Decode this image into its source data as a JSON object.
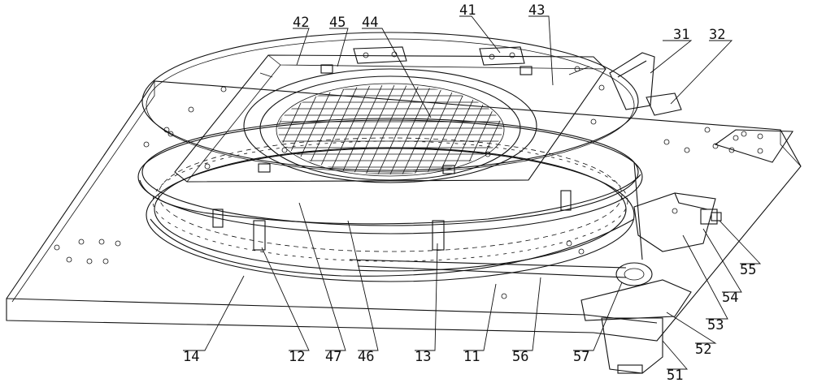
{
  "labels": {
    "l42": "42",
    "l45": "45",
    "l44": "44",
    "l41": "41",
    "l43": "43",
    "l31": "31",
    "l32": "32",
    "l55": "55",
    "l54": "54",
    "l53": "53",
    "l52": "52",
    "l51": "51",
    "l57": "57",
    "l56": "56",
    "l11": "11",
    "l13": "13",
    "l46": "46",
    "l47": "47",
    "l12": "12",
    "l14": "14"
  }
}
